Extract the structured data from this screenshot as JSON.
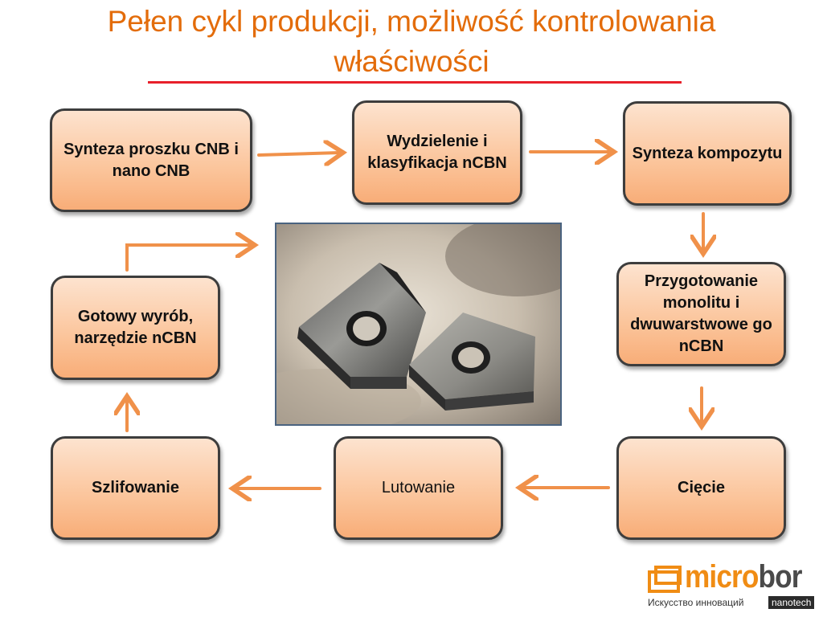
{
  "slide": {
    "title": "Pełen cykl produkcji, możliwość kontrolowania właściwości"
  },
  "flow": {
    "steps": [
      "Synteza proszku CNB i nano CNB",
      "Wydzielenie i klasyfikacja nCBN",
      "Synteza kompozytu",
      "Przygotowanie monolitu i dwuwarstwowe go nCBN",
      "Cięcie",
      "Lutowanie",
      "Szlifowanie",
      "Gotowy wyrób, narzędzie nCBN"
    ]
  },
  "logo": {
    "name_part1": "micro",
    "name_part2": "bor",
    "tagline": "Искусство инноваций",
    "tag": "nanotech"
  },
  "colors": {
    "title": "#e36c0a",
    "rule": "#e8202a",
    "arrow": "#f0914a",
    "box_border": "#3d3d3d"
  }
}
